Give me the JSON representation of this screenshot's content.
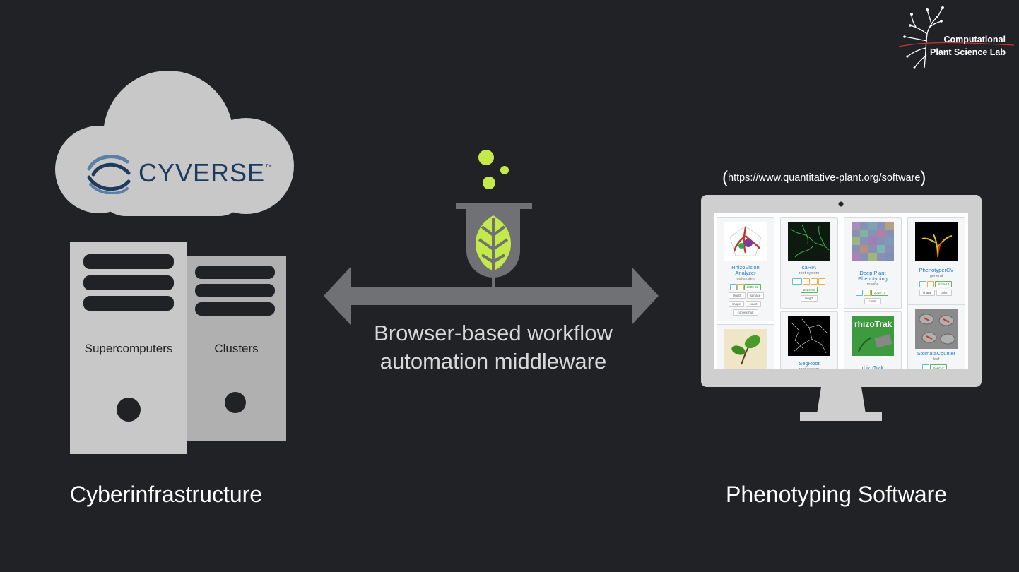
{
  "logo": {
    "line1": "Computational",
    "line2": "Plant Science Lab"
  },
  "cloud": {
    "brand": "CYVERSE",
    "tm": "™"
  },
  "servers": {
    "left_label": "Supercomputers",
    "right_label": "Clusters"
  },
  "left_caption": "Cyberinfrastructure",
  "middleware": {
    "line1": "Browser-based workflow",
    "line2": "automation middleware"
  },
  "url": "https://www.quantitative-plant.org/software",
  "right_caption": "Phenotyping Software",
  "software_cards": [
    {
      "title_line1": "RhizoVision",
      "title_line2": "Analyzer",
      "category": "root-system",
      "date": "2020-02",
      "tags": [
        "length",
        "surface",
        "shape",
        "count",
        "convex-hull"
      ]
    },
    {
      "title_line1": "saRIA",
      "title_line2": "",
      "category": "root-system",
      "date": "2020-01",
      "tags": [
        "length"
      ]
    },
    {
      "title_line1": "Deep Plant",
      "title_line2": "Phenotyping",
      "category": "rosette",
      "date": "2018-10",
      "tags": [
        "count"
      ]
    },
    {
      "title_line1": "PhenotyperCV",
      "title_line2": "",
      "category": "general",
      "date": "2019-10",
      "tags": [
        "shape",
        "color"
      ]
    },
    {
      "title_line1": "",
      "title_line2": "",
      "category": "",
      "date": "",
      "tags": []
    },
    {
      "title_line1": "SegRoot",
      "title_line2": "",
      "category": "root-system",
      "date": "",
      "tags": []
    },
    {
      "title_line1": "rhizoTrak",
      "title_line2": "",
      "category": "",
      "date": "",
      "tags": []
    },
    {
      "title_line1": "StomataCounter",
      "title_line2": "",
      "category": "leaf",
      "date": "2019-07",
      "tags": []
    }
  ],
  "thumb_texts": {
    "rhizotrak_logo": "rhizoTrak"
  },
  "colors": {
    "background": "#202226",
    "accent_green": "#c5e84a",
    "server_light": "#c8c8c8",
    "server_dark": "#b0b0b0",
    "cyverse_blue": "#1d3b5e"
  }
}
